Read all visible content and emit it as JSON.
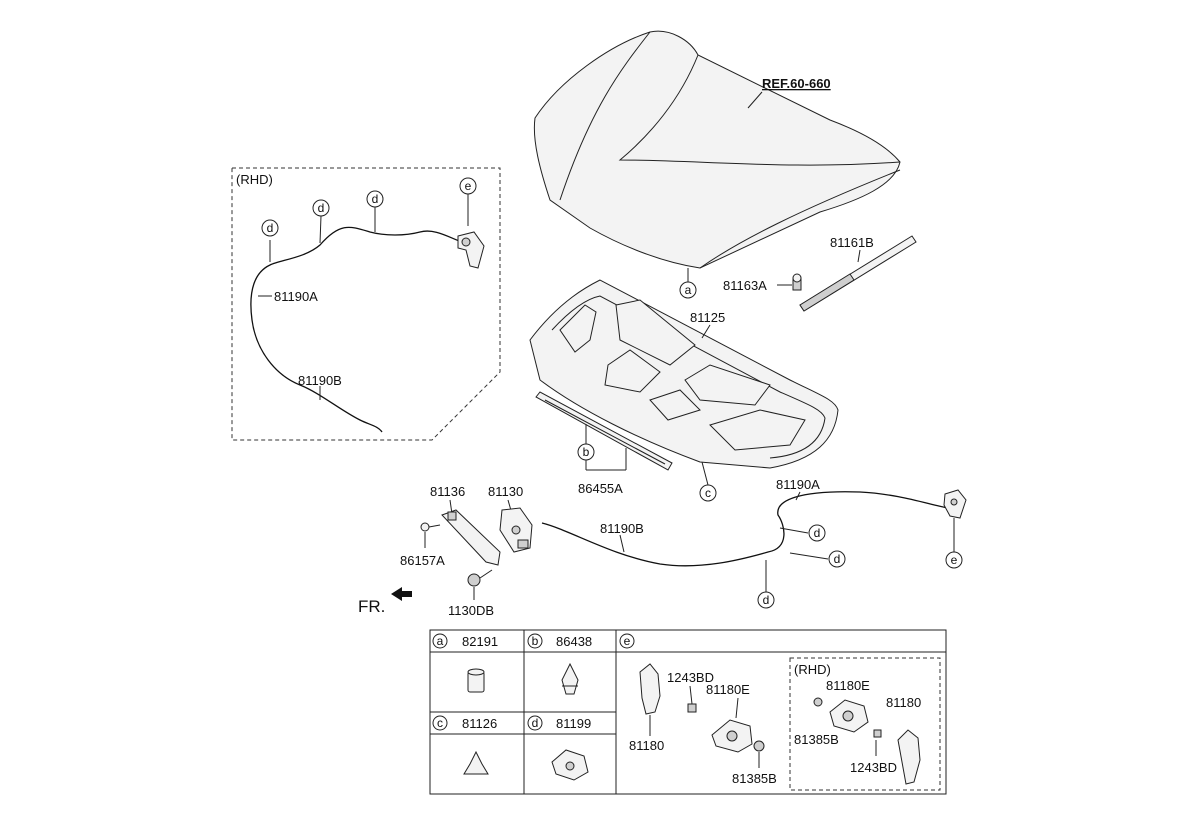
{
  "diagram": {
    "ref_label": "REF.60-660",
    "rhd_label": "(RHD)",
    "fr_label": "FR.",
    "callouts": [
      "a",
      "b",
      "c",
      "d",
      "e"
    ],
    "part_labels": {
      "p81161B": "81161B",
      "p81163A": "81163A",
      "p81125": "81125",
      "p86455A": "86455A",
      "p81136": "81136",
      "p81130": "81130",
      "p86157A": "86157A",
      "p1130DB": "1130DB",
      "p81190B_main": "81190B",
      "p81190A_main": "81190A",
      "p81190A_rhd": "81190A",
      "p81190B_rhd": "81190B"
    }
  },
  "legend": {
    "a": {
      "letter": "a",
      "part": "82191"
    },
    "b": {
      "letter": "b",
      "part": "86438"
    },
    "c": {
      "letter": "c",
      "part": "81126"
    },
    "d": {
      "letter": "d",
      "part": "81199"
    },
    "e": {
      "letter": "e",
      "lhd": {
        "handle": "81180",
        "bolt": "1243BD",
        "lever": "81180E",
        "nut": "81385B"
      },
      "rhd": {
        "label": "(RHD)",
        "lever": "81180E",
        "handle": "81180",
        "nut": "81385B",
        "bolt": "1243BD"
      }
    }
  }
}
